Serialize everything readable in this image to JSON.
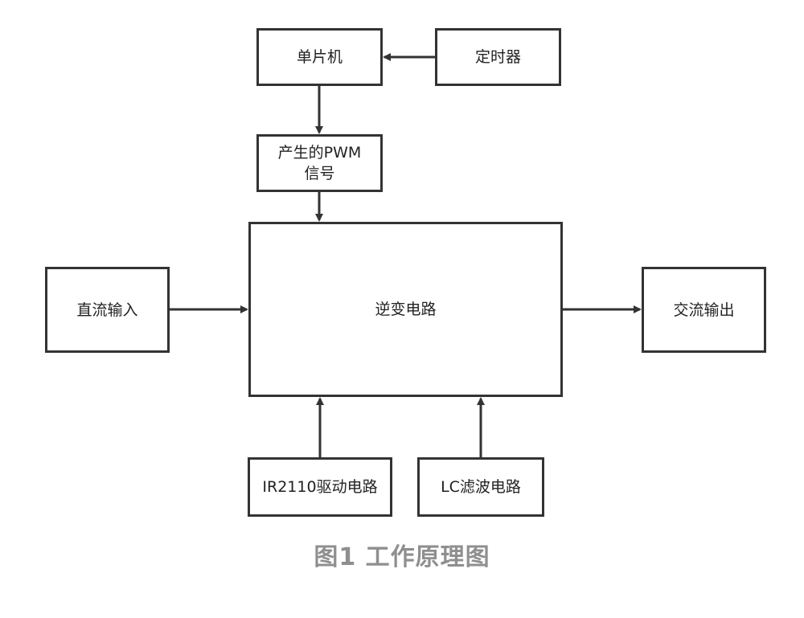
{
  "diagram": {
    "nodes": {
      "mcu": "单片机",
      "timer": "定时器",
      "pwm": "产生的PWM\n信号",
      "inverter": "逆变电路",
      "dc_input": "直流输入",
      "ac_output": "交流输出",
      "driver": "IR2110驱动电路",
      "filter": "LC滤波电路"
    },
    "edges": [
      {
        "from": "timer",
        "to": "mcu"
      },
      {
        "from": "mcu",
        "to": "pwm"
      },
      {
        "from": "pwm",
        "to": "inverter"
      },
      {
        "from": "dc_input",
        "to": "inverter"
      },
      {
        "from": "inverter",
        "to": "ac_output"
      },
      {
        "from": "driver",
        "to": "inverter"
      },
      {
        "from": "filter",
        "to": "inverter"
      }
    ],
    "caption": "图1 工作原理图"
  },
  "colors": {
    "stroke": "#333333",
    "caption": "#8f8f8f"
  }
}
